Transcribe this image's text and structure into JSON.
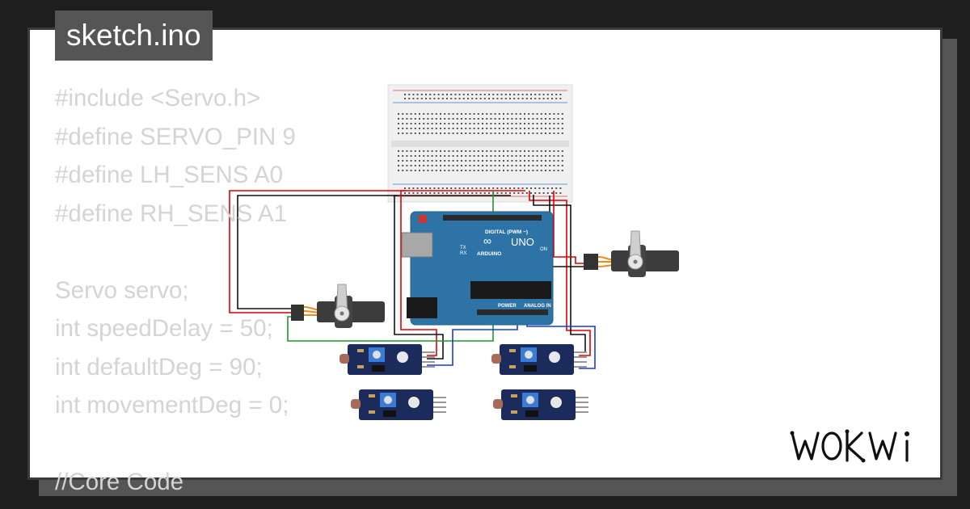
{
  "file_tab": {
    "label": "sketch.ino"
  },
  "code": {
    "lines": [
      "#include <Servo.h>",
      "#define SERVO_PIN 9",
      "#define LH_SENS A0",
      "#define RH_SENS A1",
      "",
      "Servo servo;",
      "int speedDelay = 50;",
      "int defaultDeg = 90;",
      "int movementDeg = 0;",
      "",
      "//Core Code"
    ]
  },
  "arduino": {
    "board_name": "UNO",
    "brand": "ARDUINO",
    "digital_label": "DIGITAL (PWM ~)",
    "power_label": "POWER",
    "analog_label": "ANALOG IN",
    "on_label": "ON",
    "tx_label": "TX",
    "rx_label": "RX"
  },
  "logo": {
    "text": "WOKWI"
  },
  "colors": {
    "background": "#1e1e1e",
    "card": "#ffffff",
    "title_tab": "#555555",
    "code_text": "#d4d4d4",
    "arduino_board": "#2e73a6",
    "wire_red": "#e00000",
    "wire_black": "#111111",
    "wire_blue": "#1a3ad8",
    "wire_green": "#1c9a2c"
  }
}
